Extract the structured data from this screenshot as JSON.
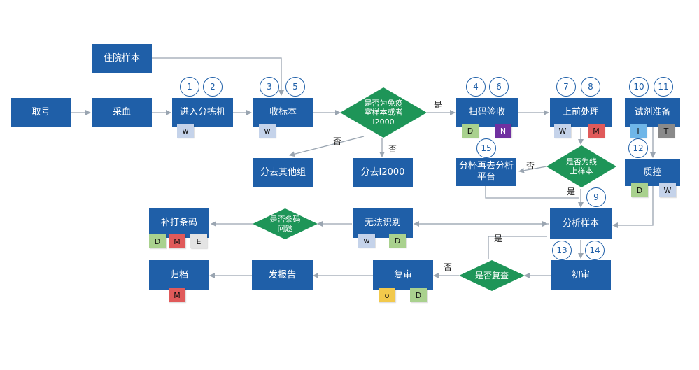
{
  "colors": {
    "box": "#1f5fa8",
    "diamond": "#1e9558",
    "line": "#9aa5b1",
    "w": "#c5d3ea",
    "d": "#a9d18e",
    "n": "#7030a0",
    "m": "#e05a5a",
    "e": "#e4e4e4",
    "i": "#6fb6e8",
    "t": "#8a8a8a",
    "o": "#f2c94c"
  },
  "nodes": {
    "zhuyuan": "住院样本",
    "quhao": "取号",
    "caixue": "采血",
    "fenjian": "进入分拣机",
    "shoubiao": "收标本",
    "dec_mianyi": "是否为免疫室样本或者I2000",
    "qita": "分去其他组",
    "i2000": "分去I2000",
    "saoma": "扫码签收",
    "shangji": "上前处理",
    "shiji": "试剂准备",
    "zhikong": "质控",
    "dec_xianshang": "是否为线上样本",
    "fenbei": "分杯再去分析平台",
    "fenxi": "分析样本",
    "wufa": "无法识别",
    "dec_tiaoma": "是否条码问题",
    "buda": "补打条码",
    "chushen": "初审",
    "dec_fucha": "是否复查",
    "fushen": "复审",
    "baogao": "发报告",
    "guidang": "归档"
  },
  "circles": {
    "c1": "1",
    "c2": "2",
    "c3": "3",
    "c5": "5",
    "c4": "4",
    "c6": "6",
    "c7": "7",
    "c8": "8",
    "c10": "10",
    "c11": "11",
    "c12": "12",
    "c15": "15",
    "c9": "9",
    "c13": "13",
    "c14": "14"
  },
  "tags": {
    "t_fenjian_w": "w",
    "t_shoubiao_w": "w",
    "t_saoma_d": "D",
    "t_saoma_n": "N",
    "t_shangji_w": "W",
    "t_shangji_m": "M",
    "t_shiji_i": "I",
    "t_shiji_t": "T",
    "t_zhikong_d": "D",
    "t_zhikong_w": "W",
    "t_wufa_w": "w",
    "t_wufa_d": "D",
    "t_buda_d": "D",
    "t_buda_m": "M",
    "t_buda_e": "E",
    "t_guidang_m": "M",
    "t_fushen_o": "o",
    "t_fushen_d": "D"
  },
  "edge_labels": {
    "yes_mianyi": "是",
    "no_qita": "否",
    "no_i2000": "否",
    "no_xianshang": "否",
    "yes_xianshang": "是",
    "yes_fucha": "是",
    "no_fucha": "否"
  }
}
